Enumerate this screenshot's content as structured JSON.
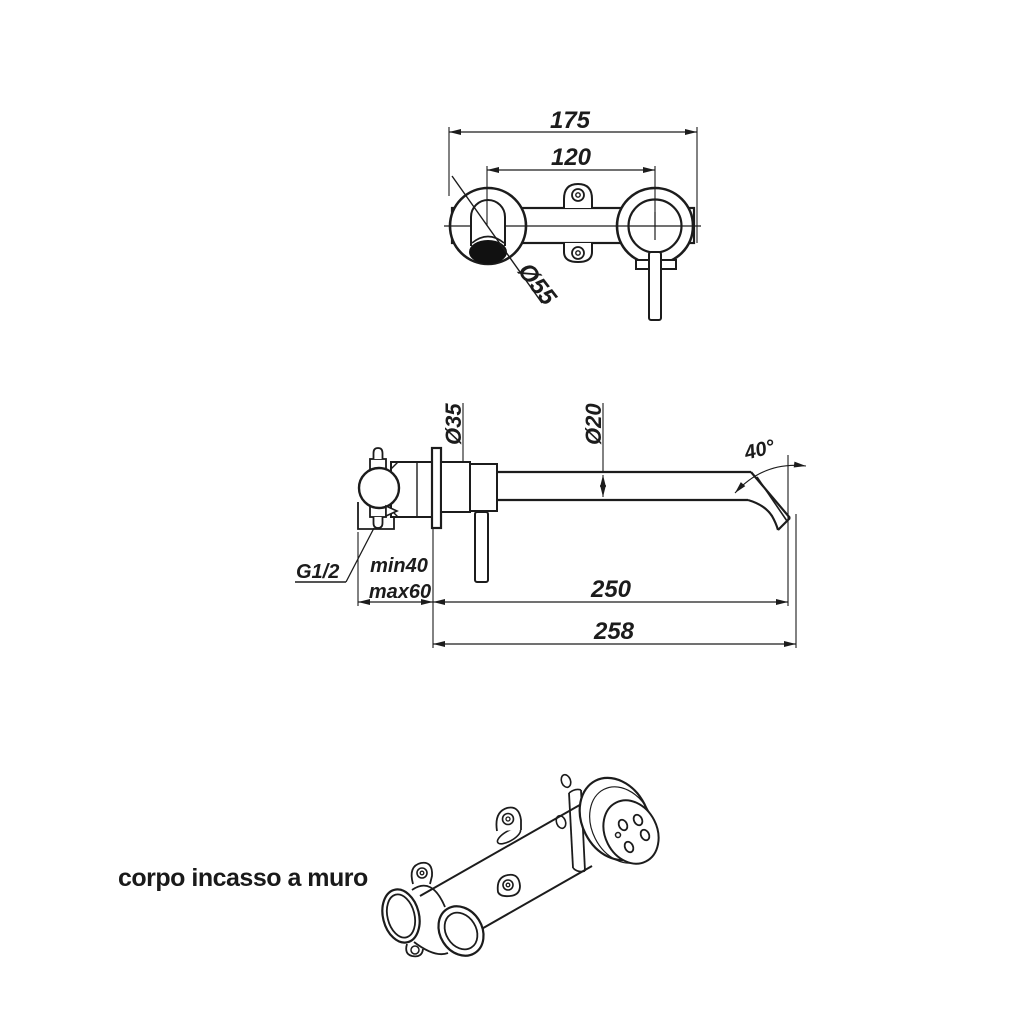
{
  "drawing": {
    "front_view": {
      "width_overall": "175",
      "width_centers": "120",
      "escutcheon_diameter": "Ø55"
    },
    "side_view": {
      "plate_diameter": "Ø35",
      "spout_diameter": "Ø20",
      "spout_angle": "40°",
      "inlet_thread": "G1/2",
      "recess_depth_min": "min40",
      "recess_depth_max": "max60",
      "spout_reach": "250",
      "spout_reach_overall": "258"
    },
    "caption": "corpo incasso a muro",
    "colors": {
      "line": "#1c1c1c",
      "background": "#ffffff",
      "caption_text": "#1a1a1a",
      "spout_opening_fill": "#111111"
    }
  }
}
